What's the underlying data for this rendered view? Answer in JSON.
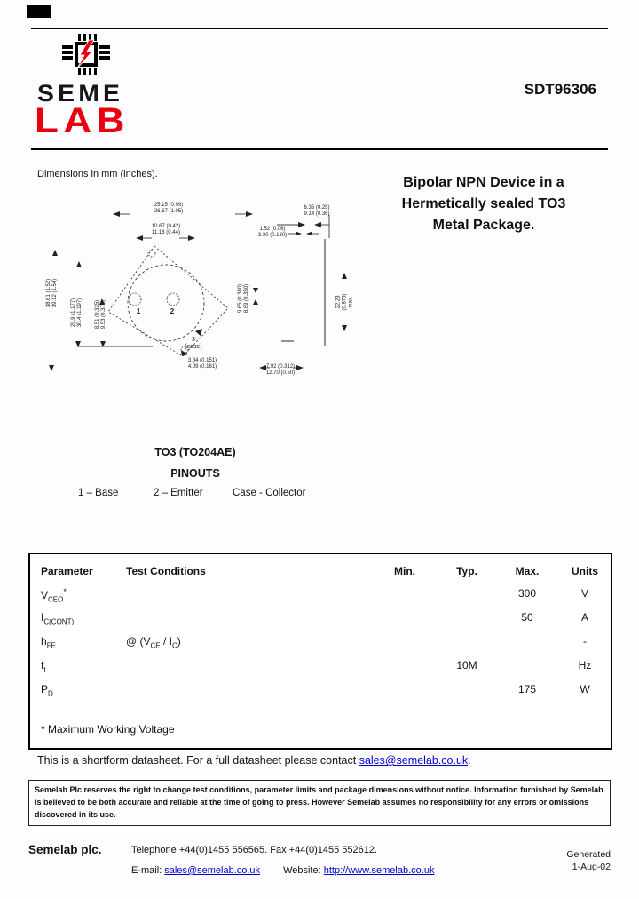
{
  "colors": {
    "accent_red": "#e8000f",
    "link_blue": "#0000c8"
  },
  "brand": {
    "name_top": "SEME",
    "name_bottom": "LAB",
    "part_number": "SDT96306"
  },
  "intro": {
    "dimensions_note": "Dimensions in mm (inches).",
    "title_lines": [
      "Bipolar NPN Device in a",
      "Hermetically sealed TO3",
      "Metal Package."
    ]
  },
  "drawing": {
    "labels": {
      "top_width": "25.15 (0.99)\n26.67 (1.05)",
      "pin_spacing": "10.67 (0.42)\n11.18 (0.44)",
      "overall_length": "38.61 (1.52)\n39.12 (1.54)",
      "hole_centers": "29.9 (1.177)\n30.4 (1.197)",
      "hole_offset": "8.51 (0.335)\n9.53 (0.375)",
      "cap_height": "6.35 (0.25)\n9.14 (0.36)",
      "pin_dia": "1.52 (0.06)\n3.30 (0.130)",
      "seat_height": "9.65 (0.380)\n8.89 (0.350)",
      "overall_height": "22.23\n(0.875)\nmax.",
      "pin_length": "7.92 (0.312)\n12.70 (0.50)",
      "pin_tip": "3.84 (0.151)\n4.09 (0.161)",
      "pin1": "1",
      "pin2": "2",
      "pin3": "3\n(case)"
    }
  },
  "pinout": {
    "package": "TO3 (TO204AE)",
    "heading": "PINOUTS",
    "pin1": "1 – Base",
    "pin2": "2 – Emitter",
    "pin3": "Case - Collector"
  },
  "table": {
    "headers": {
      "parameter": "Parameter",
      "conditions": "Test Conditions",
      "min": "Min.",
      "typ": "Typ.",
      "max": "Max.",
      "units": "Units"
    },
    "rows": {
      "vceo": {
        "base": "V",
        "sub": "CEO",
        "star": "*",
        "max": "300",
        "units": "V"
      },
      "ic": {
        "base": "I",
        "sub": "C(CONT)",
        "max": "50",
        "units": "A"
      },
      "hfe": {
        "base": "h",
        "sub": "FE",
        "cond_pre": "@  (V",
        "cond_sub1": "CE",
        "cond_mid": " / I",
        "cond_sub2": "C",
        "cond_post": ")",
        "units": "-"
      },
      "ft": {
        "base": "f",
        "sub": "t",
        "typ": "10M",
        "units": "Hz"
      },
      "pd": {
        "base": "P",
        "sub": "D",
        "max": "175",
        "units": "W"
      }
    },
    "footnote": "* Maximum Working Voltage"
  },
  "shortform": {
    "text": "This is a shortform datasheet. For a full datasheet please contact ",
    "link": "sales@semelab.co.uk",
    "suffix": "."
  },
  "disclaimer": "Semelab Plc reserves the right to change test conditions, parameter limits and package dimensions without notice. Information furnished by Semelab is believed to be both accurate and reliable at the time of going to press. However Semelab assumes no responsibility for any errors or omissions discovered in its use.",
  "footer": {
    "company": "Semelab plc.",
    "phone_fax": "Telephone +44(0)1455 556565. Fax +44(0)1455 552612.",
    "email_label": "E-mail: ",
    "email": "sales@semelab.co.uk",
    "website_label": "Website: ",
    "website": "http://www.semelab.co.uk",
    "generated_label": "Generated",
    "generated_date": "1-Aug-02"
  }
}
